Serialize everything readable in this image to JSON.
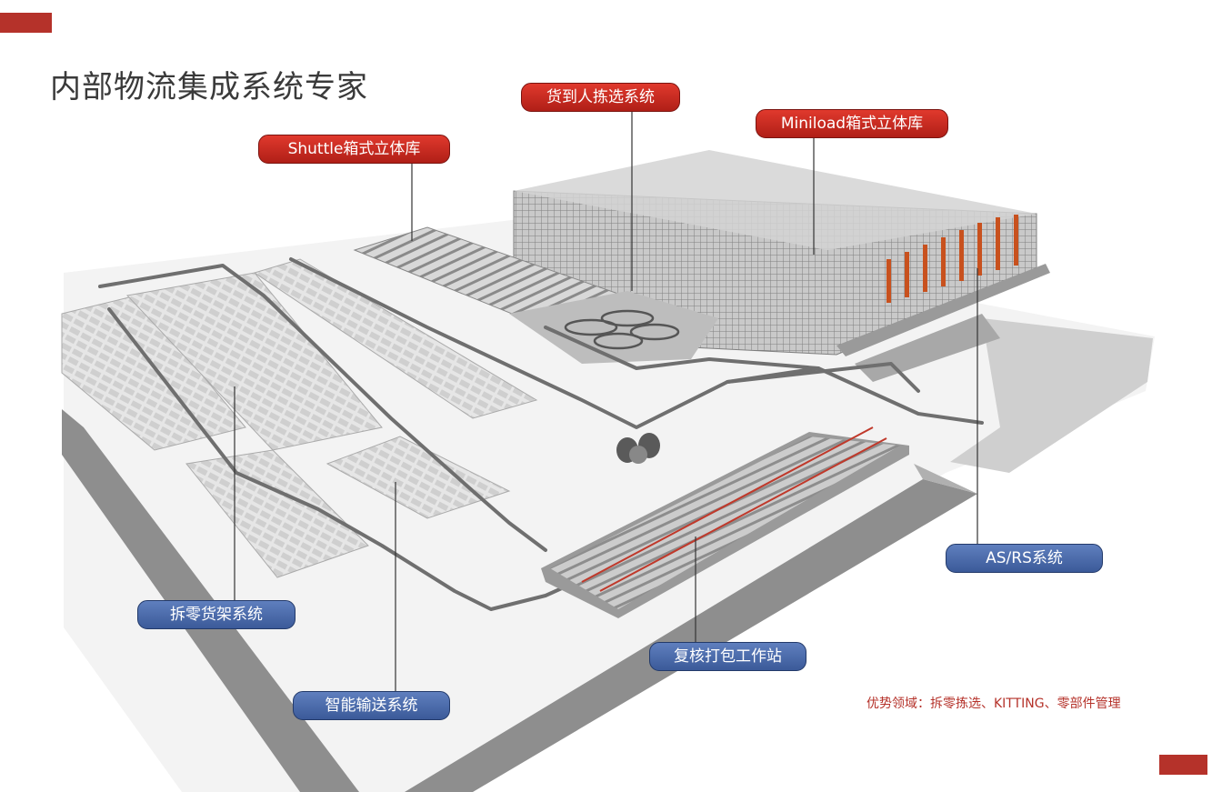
{
  "title": "内部物流集成系统专家",
  "labels": {
    "goods_to_person": "货到人拣选系统",
    "miniload": "Miniload箱式立体库",
    "shuttle": "Shuttle箱式立体库",
    "asrs": "AS/RS系统",
    "split_shelf": "拆零货架系统",
    "review_pack": "复核打包工作站",
    "conveyor": "智能输送系统"
  },
  "advantage_note": "优势领域：拆零拣选、KITTING、零部件管理",
  "colors": {
    "accent_red": "#b5322a",
    "label_red": "#d42a22",
    "label_blue": "#4a6aae",
    "title_gray": "#3a3a3a"
  }
}
